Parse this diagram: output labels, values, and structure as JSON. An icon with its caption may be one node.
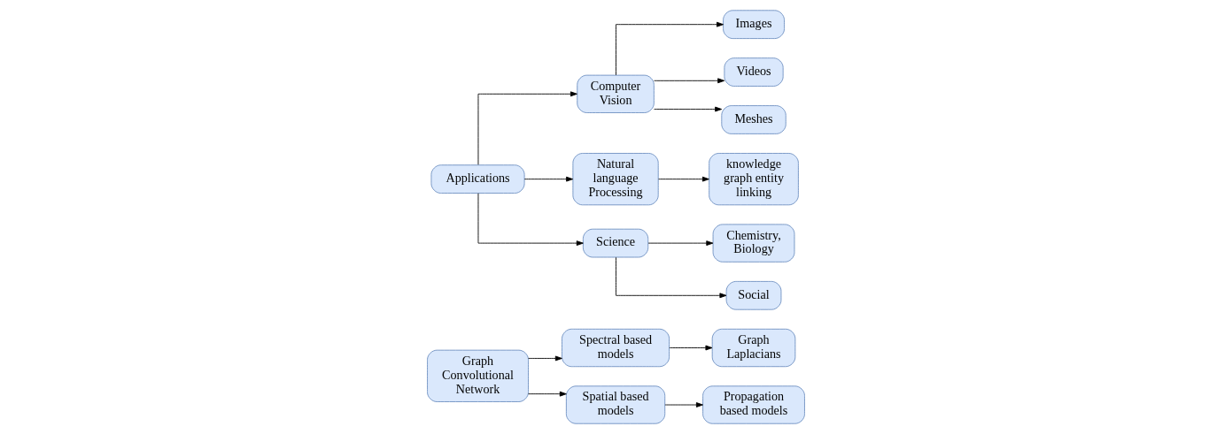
{
  "diagram": {
    "nodes": [
      {
        "text": [
          "Graph Convolutional Network"
        ]
      },
      {
        "text": [
          "Spectral based models"
        ]
      },
      {
        "text": [
          "Graph Laplacians"
        ]
      },
      {
        "text": [
          "Spatial based models"
        ]
      },
      {
        "text": [
          "Propagation based models"
        ]
      },
      {
        "text": [
          "Applications"
        ]
      },
      {
        "text": [
          "Computer Vision"
        ]
      },
      {
        "text": [
          "Images"
        ]
      },
      {
        "text": [
          "Videos"
        ]
      },
      {
        "text": [
          "Meshes"
        ]
      },
      {
        "text": [
          "Natural language Processing"
        ]
      },
      {
        "text": [
          "knowledge graph entity linking"
        ]
      },
      {
        "text": [
          "Science"
        ]
      },
      {
        "text": [
          "Chemistry, Biology"
        ]
      },
      {
        "text": [
          "Social"
        ]
      }
    ],
    "edges": [
      {
        "from": 0,
        "to": 1,
        "arrow": "to"
      },
      {
        "from": 0,
        "to": 3,
        "arrow": "to"
      },
      {
        "from": 1,
        "to": 2,
        "arrow": "to"
      },
      {
        "from": 3,
        "to": 4,
        "arrow": "to"
      },
      {
        "from": 5,
        "to": 6,
        "arrow": "to"
      },
      {
        "from": 5,
        "to": 10,
        "arrow": "to"
      },
      {
        "from": 5,
        "to": 12,
        "arrow": "to"
      },
      {
        "from": 6,
        "to": 7,
        "arrow": "to"
      },
      {
        "from": 6,
        "to": 8,
        "arrow": "to"
      },
      {
        "from": 6,
        "to": 9,
        "arrow": "to"
      },
      {
        "from": 10,
        "to": 11,
        "arrow": "to"
      },
      {
        "from": 12,
        "to": 13,
        "arrow": "to"
      },
      {
        "from": 12,
        "to": 14,
        "arrow": "to"
      }
    ]
  }
}
